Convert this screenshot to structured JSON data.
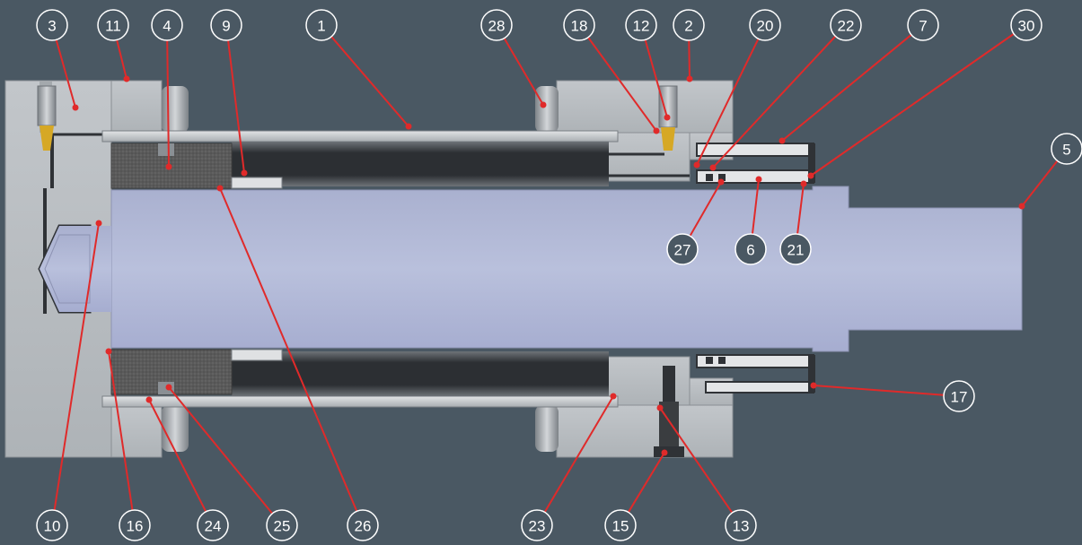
{
  "colors": {
    "background": "#4a5863",
    "leader_line": "#e02a2a",
    "leader_dot": "#e02a2a",
    "callout_stroke": "#ffffff",
    "housing": "#b9bec2",
    "housing_dark": "#8f959a",
    "piston_rod": "#b3bad6",
    "tube": "#c9cdd0",
    "seal": "#595959",
    "bore": "#3a3d40"
  },
  "callouts": [
    {
      "id": "3",
      "label": "3"
    },
    {
      "id": "11",
      "label": "11"
    },
    {
      "id": "4",
      "label": "4"
    },
    {
      "id": "9",
      "label": "9"
    },
    {
      "id": "1",
      "label": "1"
    },
    {
      "id": "28",
      "label": "28"
    },
    {
      "id": "18",
      "label": "18"
    },
    {
      "id": "12",
      "label": "12"
    },
    {
      "id": "2",
      "label": "2"
    },
    {
      "id": "20",
      "label": "20"
    },
    {
      "id": "22",
      "label": "22"
    },
    {
      "id": "7",
      "label": "7"
    },
    {
      "id": "30",
      "label": "30"
    },
    {
      "id": "5",
      "label": "5"
    },
    {
      "id": "27",
      "label": "27"
    },
    {
      "id": "6",
      "label": "6"
    },
    {
      "id": "21",
      "label": "21"
    },
    {
      "id": "17",
      "label": "17"
    },
    {
      "id": "10",
      "label": "10"
    },
    {
      "id": "16",
      "label": "16"
    },
    {
      "id": "24",
      "label": "24"
    },
    {
      "id": "25",
      "label": "25"
    },
    {
      "id": "26",
      "label": "26"
    },
    {
      "id": "23",
      "label": "23"
    },
    {
      "id": "15",
      "label": "15"
    },
    {
      "id": "13",
      "label": "13"
    }
  ]
}
